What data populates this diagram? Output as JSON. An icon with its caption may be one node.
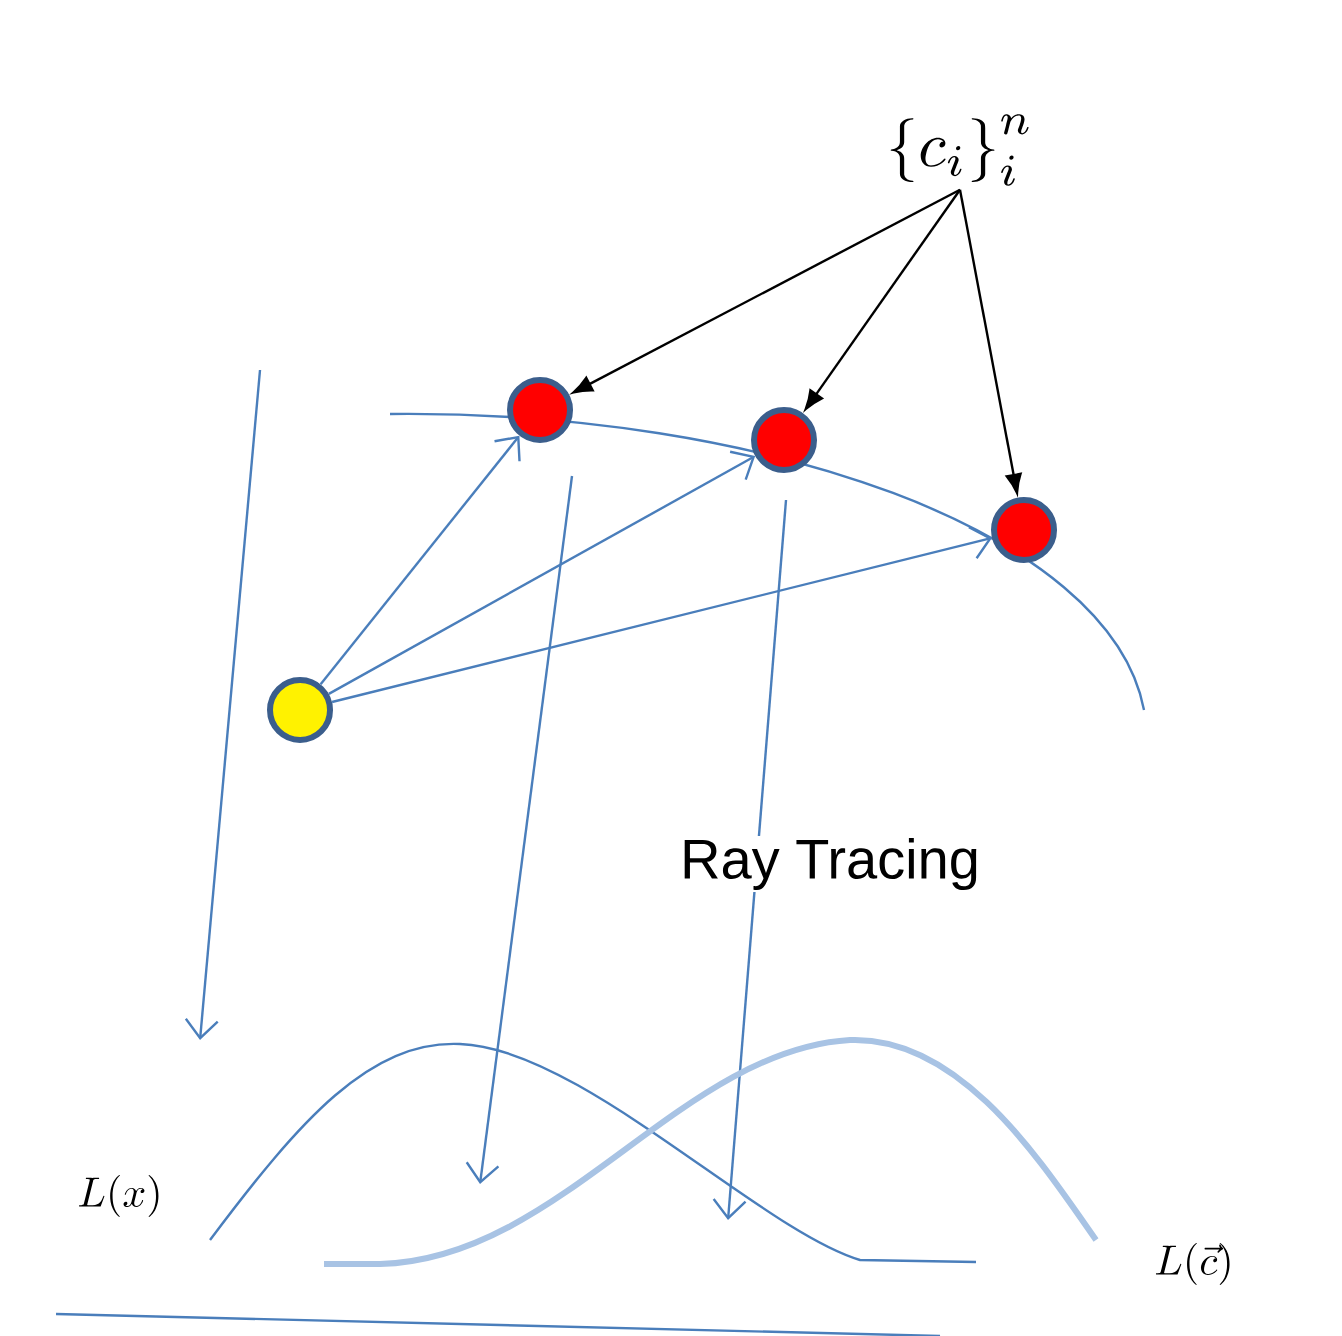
{
  "diagram": {
    "nodes": [
      {
        "text": [
          "\\left\\{c_{i}\\right\\}_{i}^{n}"
        ]
      },
      {
        "text": [],
        "shape": "circle"
      },
      {
        "text": [],
        "shape": "circle"
      },
      {
        "text": [],
        "shape": "circle"
      },
      {
        "text": [],
        "shape": "circle"
      }
    ],
    "edges": [
      {
        "from": 0,
        "to": 1,
        "arrow": "to"
      },
      {
        "from": 0,
        "to": 2,
        "arrow": "to"
      },
      {
        "from": 0,
        "to": 3,
        "arrow": "to"
      },
      {
        "from": 4,
        "to": 1,
        "arrow": "to",
        "color": "#4a7ebb"
      },
      {
        "from": 4,
        "to": 2,
        "arrow": "to",
        "color": "#4a7ebb"
      },
      {
        "from": 4,
        "to": 3,
        "arrow": "to",
        "color": "#4a7ebb"
      }
    ],
    "labels": [
      "Ray Tracing",
      "L(x)",
      "L(\\vec{c})"
    ]
  }
}
